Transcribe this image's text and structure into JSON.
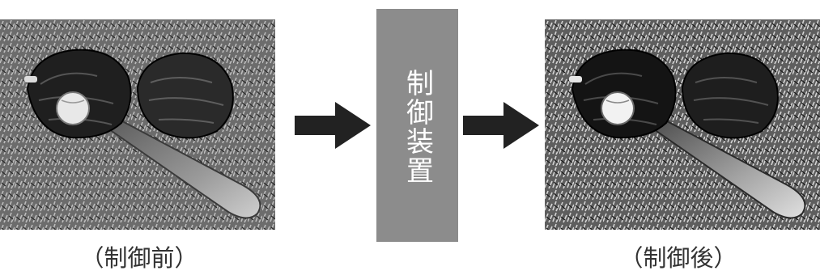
{
  "diagram": {
    "device_label": "制御装置",
    "caption_before": "（制御前）",
    "caption_after": "（制御後）"
  },
  "photos": {
    "before": {
      "subject": "baseball-glove-ball-bat-on-grass"
    },
    "after": {
      "subject": "baseball-glove-ball-bat-on-grass"
    }
  },
  "colors": {
    "arrow": "#222222",
    "device_box": "#8c8c8c",
    "device_text": "#ffffff",
    "caption": "#333333"
  }
}
